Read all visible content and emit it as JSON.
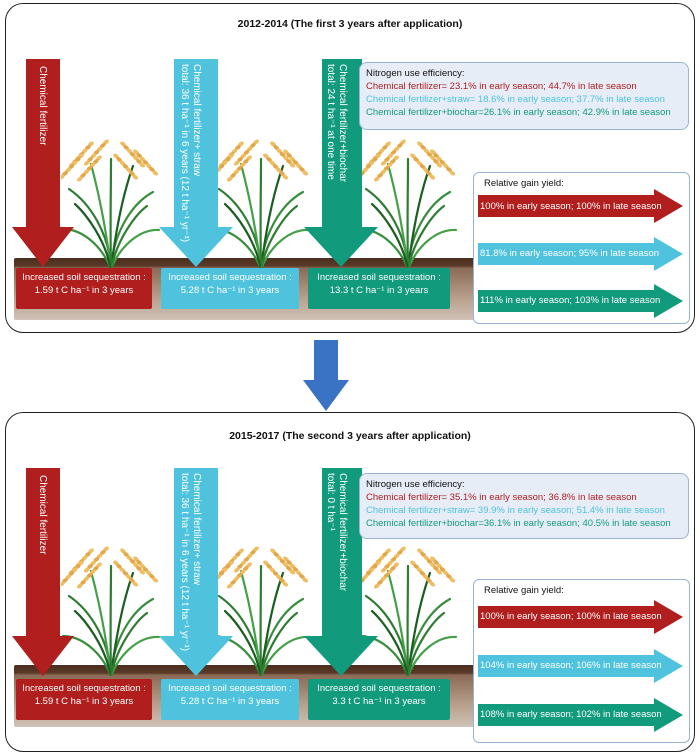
{
  "colors": {
    "red": "#b01e1e",
    "light_blue": "#4fc3de",
    "teal": "#129a7d",
    "connector": "#3a72c4"
  },
  "panels": [
    {
      "title": "2012-2014 (The first 3 years after application)",
      "treatments": [
        {
          "label_lines": [
            "Chemical fertilizer"
          ]
        },
        {
          "label_lines": [
            "Chemical fertilizer+ straw",
            "total: 36 t ha⁻¹ in 6 years (12 t ha⁻¹ yr⁻¹)"
          ]
        },
        {
          "label_lines": [
            "Chemical fertilizer+biochar",
            "total: 24 t ha⁻¹ at one time"
          ]
        }
      ],
      "sequestration": [
        {
          "line1": "Increased soil sequestration :",
          "line2": "1.59 t C ha⁻¹ in 3 years"
        },
        {
          "line1": "Increased soil sequestration :",
          "line2": "5.28 t C ha⁻¹ in 3 years"
        },
        {
          "line1": "Increased soil sequestration :",
          "line2": "13.3 t C ha⁻¹ in 3 years"
        }
      ],
      "nue": {
        "title": "Nitrogen use efficiency:",
        "lines": [
          "Chemical fertilizer= 23.1% in early season; 44.7% in late season",
          "Chemical fertilizer+straw= 18.6% in early season; 37.7% in late season",
          "Chemical fertilizer+biochar=26.1% in early season; 42.9% in late season"
        ]
      },
      "gain": {
        "title": "Relative gain yield:",
        "lines": [
          "100% in early season; 100% in late season",
          "81.8% in early season; 95% in late season",
          "111% in early season; 103% in late season"
        ]
      }
    },
    {
      "title": "2015-2017 (The second 3 years after application)",
      "treatments": [
        {
          "label_lines": [
            "Chemical fertilizer"
          ]
        },
        {
          "label_lines": [
            "Chemical fertilizer+ straw",
            "total: 36 t ha⁻¹ in 6 years (12 t ha⁻¹ yr⁻¹)"
          ]
        },
        {
          "label_lines": [
            "Chemical fertilizer+biochar",
            "total: 0 t ha⁻¹"
          ]
        }
      ],
      "sequestration": [
        {
          "line1": "Increased soil sequestration :",
          "line2": "1.59 t C ha⁻¹ in 3 years"
        },
        {
          "line1": "Increased soil sequestration :",
          "line2": "5.28 t C ha⁻¹ in 3 years"
        },
        {
          "line1": "Increased soil sequestration :",
          "line2": "3.3 t C ha⁻¹ in 3 years"
        }
      ],
      "nue": {
        "title": "Nitrogen use efficiency:",
        "lines": [
          "Chemical fertilizer= 35.1% in early season; 36.8% in late season",
          "Chemical fertilizer+straw= 39.9% in early season; 51.4% in late season",
          "Chemical fertilizer+biochar=36.1% in early season; 40.5% in late season"
        ]
      },
      "gain": {
        "title": "Relative gain yield:",
        "lines": [
          "100% in early season; 100% in late season",
          "104% in early season; 106% in late season",
          "108% in early season; 102% in late season"
        ]
      }
    }
  ]
}
